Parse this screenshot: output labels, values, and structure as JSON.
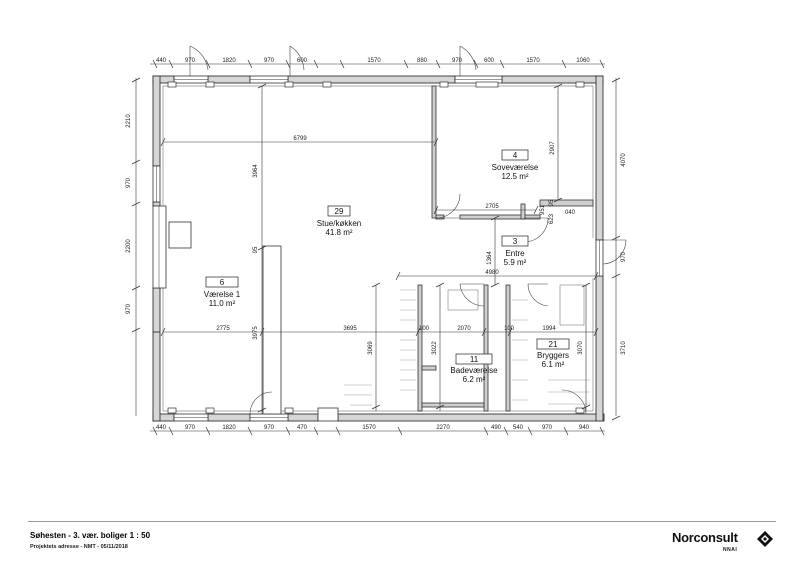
{
  "dims": {
    "top": [
      "440",
      "970",
      "1820",
      "970",
      "600",
      "1570",
      "880",
      "970",
      "600",
      "1570",
      "1060"
    ],
    "bottom": [
      "440",
      "970",
      "1820",
      "970",
      "470",
      "1570",
      "2270",
      "490",
      "540",
      "970",
      "940"
    ],
    "left": [
      "2210",
      "970",
      "2200",
      "970"
    ],
    "right": [
      "4070",
      "970",
      "3710"
    ],
    "inner": {
      "d6799": "6799",
      "d2907": "2907",
      "d3964": "3964",
      "d2705": "2705",
      "d951": "951",
      "d623": "623",
      "d95a": "95",
      "d040": "040",
      "d95b": "95",
      "d1364": "1364",
      "d4980": "4980",
      "d3975": "3975",
      "d2775": "2775",
      "d3695": "3695",
      "d100a": "100",
      "d2070": "2070",
      "d100b": "100",
      "d1994": "1994",
      "d3069": "3069",
      "d3022": "3022",
      "d3070": "3070"
    }
  },
  "rooms": [
    {
      "num": "29",
      "name": "Stue/køkken",
      "area": "41.8 m²"
    },
    {
      "num": "4",
      "name": "Soveværelse",
      "area": "12.5 m²"
    },
    {
      "num": "3",
      "name": "Entre",
      "area": "5.9 m²"
    },
    {
      "num": "6",
      "name": "Værelse 1",
      "area": "11.0 m²"
    },
    {
      "num": "11",
      "name": "Badeværelse",
      "area": "6.2 m²"
    },
    {
      "num": "21",
      "name": "Bryggers",
      "area": "6.1 m²"
    }
  ],
  "footer": {
    "title": "Søhesten - 3. vær. boliger   1 : 50",
    "subtitle": "Projektets adresse - NMT - 05/11/2018",
    "brand": "Norconsult",
    "brand_sub": "NNAI"
  }
}
